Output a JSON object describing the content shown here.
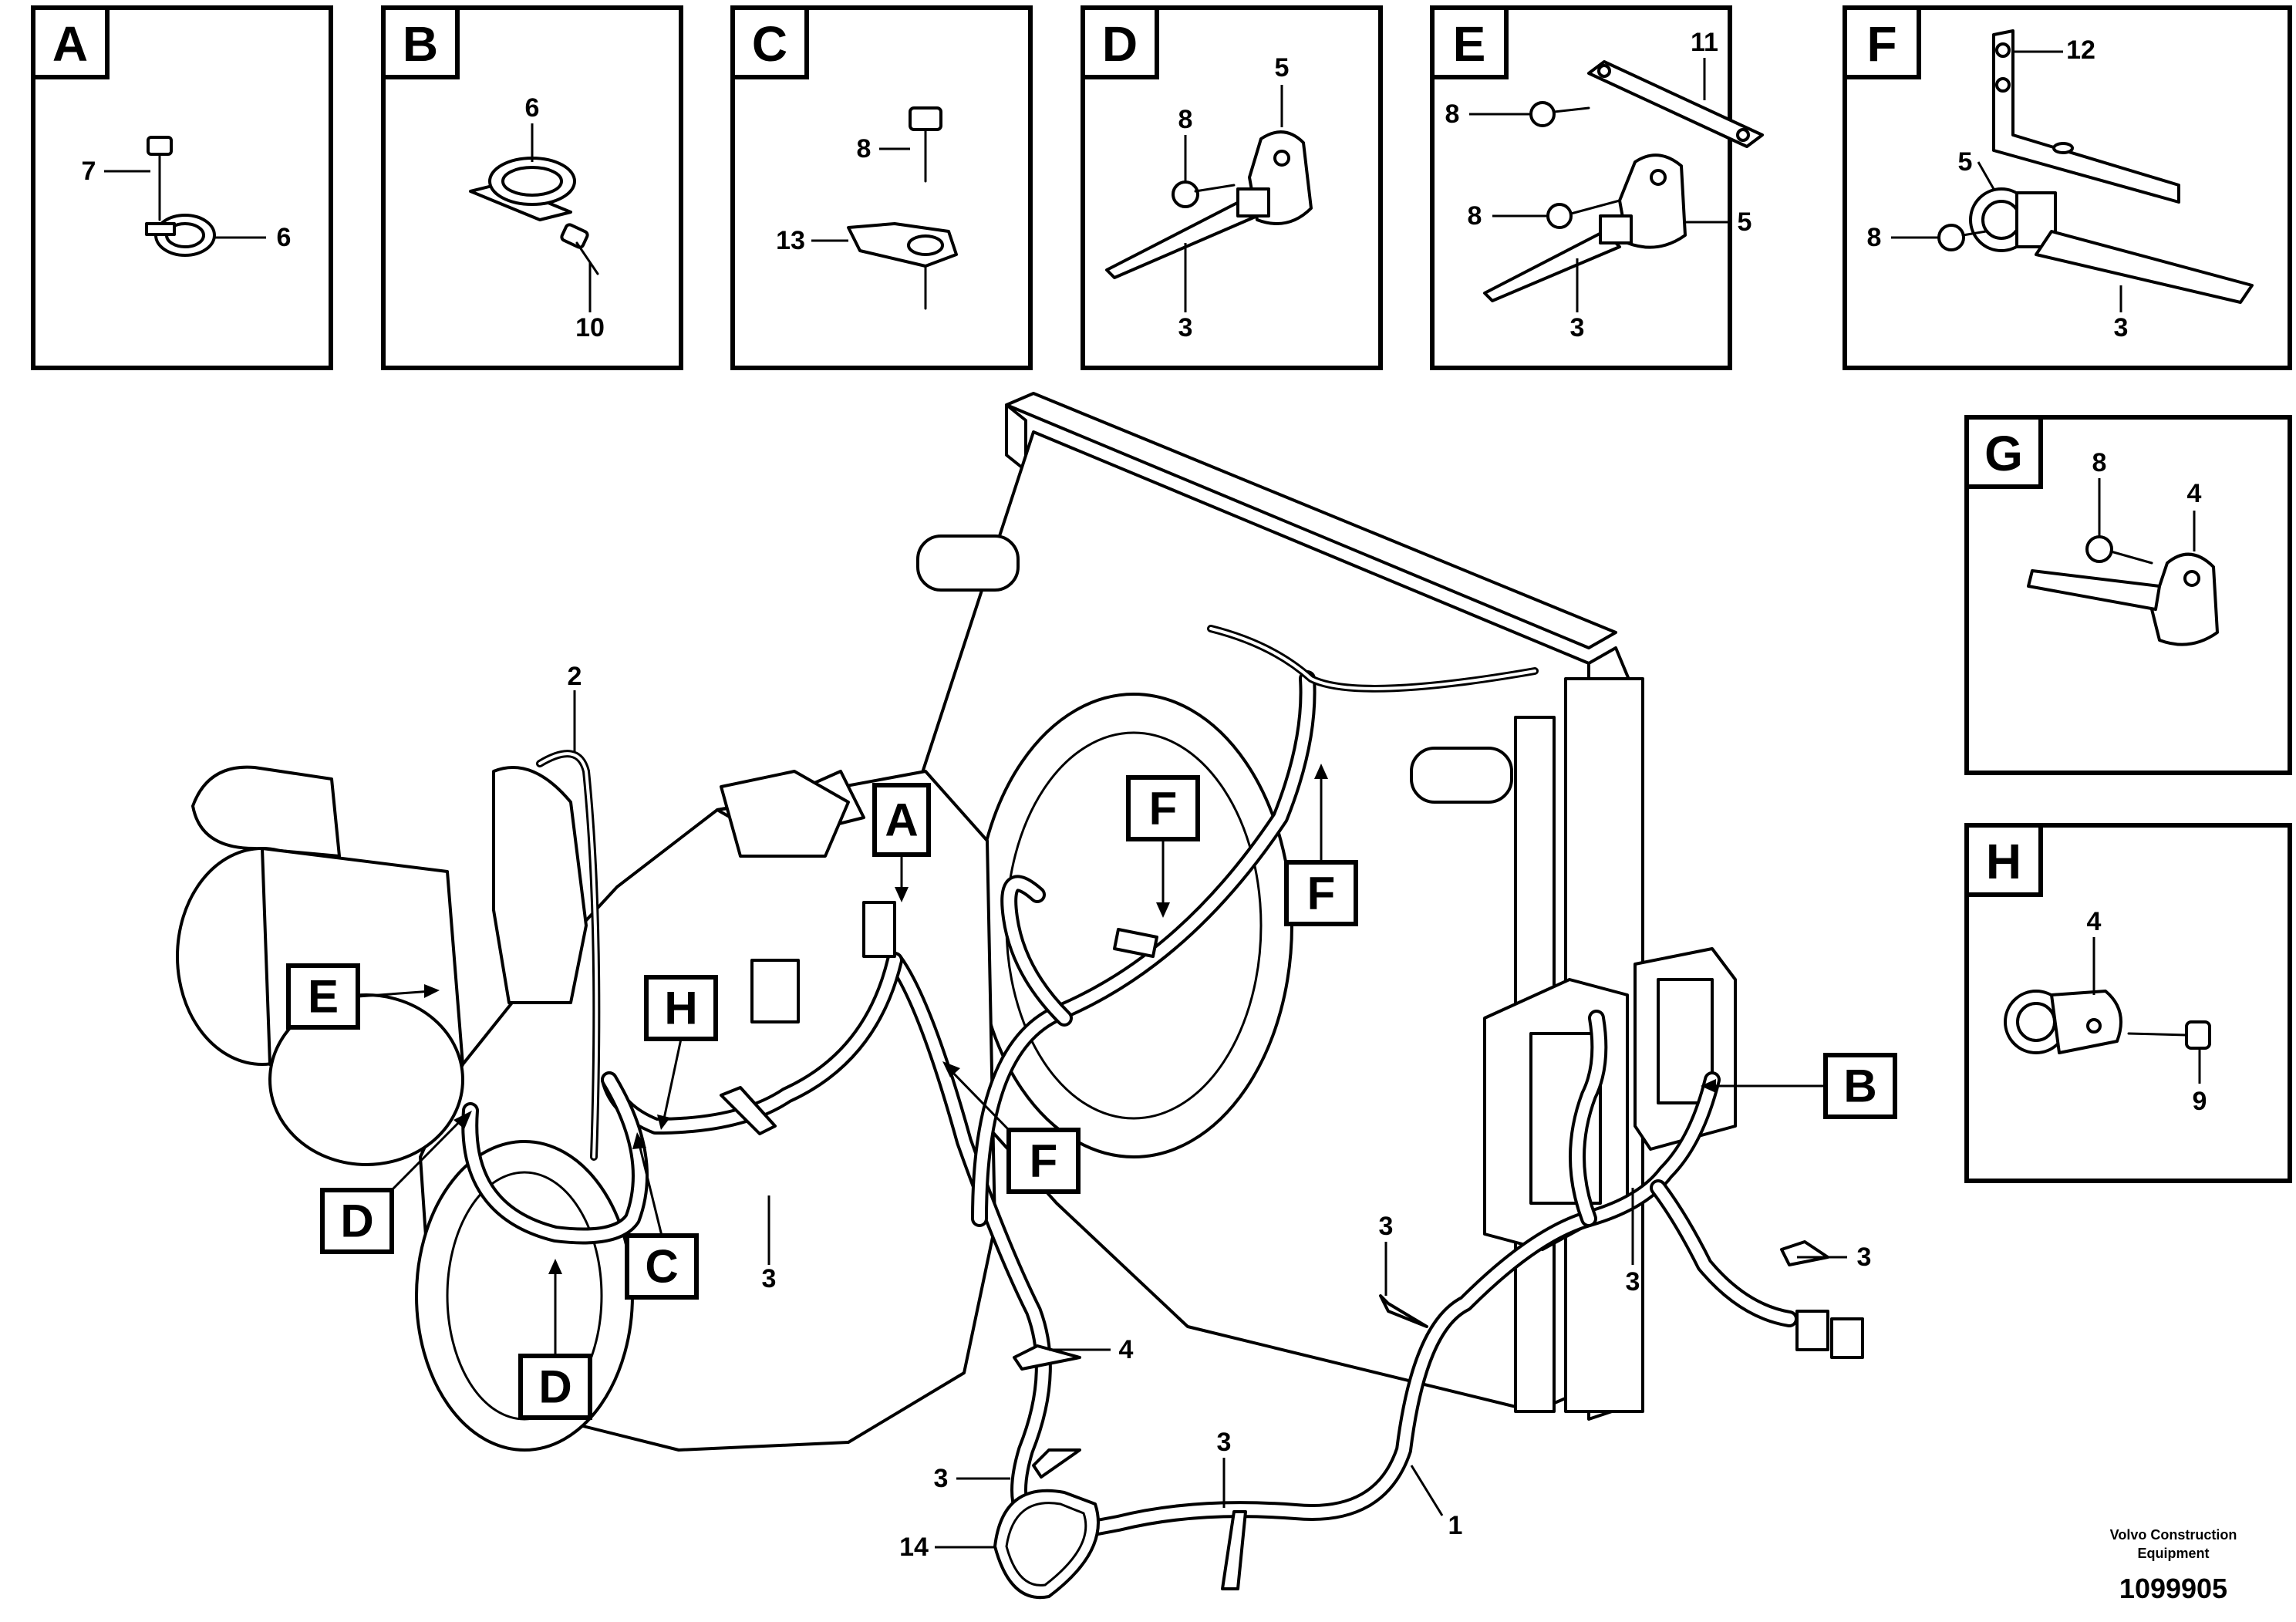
{
  "details": [
    {
      "letter": "A",
      "labels": [
        "7",
        "6"
      ]
    },
    {
      "letter": "B",
      "labels": [
        "6",
        "10"
      ]
    },
    {
      "letter": "C",
      "labels": [
        "8",
        "13"
      ]
    },
    {
      "letter": "D",
      "labels": [
        "5",
        "8",
        "3"
      ]
    },
    {
      "letter": "E",
      "labels": [
        "11",
        "8",
        "8",
        "5",
        "3"
      ]
    },
    {
      "letter": "F",
      "labels": [
        "12",
        "5",
        "8",
        "3"
      ]
    },
    {
      "letter": "G",
      "labels": [
        "8",
        "4"
      ]
    },
    {
      "letter": "H",
      "labels": [
        "4",
        "9"
      ]
    }
  ],
  "main": {
    "callouts": [
      "A",
      "B",
      "C",
      "D",
      "D",
      "E",
      "F",
      "F",
      "F",
      "H"
    ],
    "part_labels": [
      "2",
      "3",
      "3",
      "3",
      "3",
      "3",
      "3",
      "4",
      "1",
      "14"
    ]
  },
  "footer": {
    "line1": "Volvo Construction",
    "line2": "Equipment",
    "id": "1099905"
  }
}
